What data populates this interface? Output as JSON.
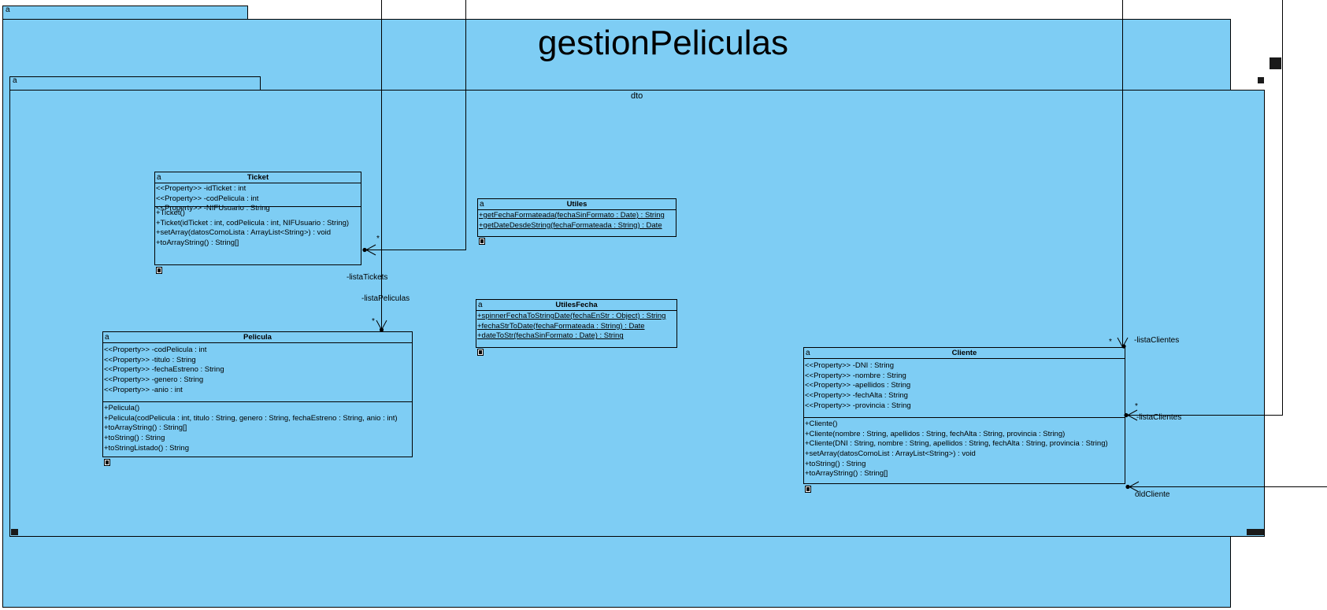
{
  "packages": {
    "outer": {
      "name": "gestionPeliculas",
      "tab_icon": "a"
    },
    "inner": {
      "name": "dto",
      "tab_icon": "a"
    }
  },
  "classes": {
    "ticket": {
      "name": "Ticket",
      "attributes": [
        "<<Property>> -idTicket : int",
        "<<Property>> -codPelicula : int",
        "<<Property>> -NIFUsuario : String"
      ],
      "operations": [
        "+Ticket()",
        "+Ticket(idTicket : int, codPelicula : int, NIFUsuario : String)",
        "+setArray(datosComoLista : ArrayList<String>) : void",
        "+toArrayString() : String[]"
      ]
    },
    "utiles": {
      "name": "Utiles",
      "operations": [
        "+getFechaFormateada(fechaSinFormato : Date) : String",
        "+getDateDesdeString(fechaFormateada : String) : Date"
      ]
    },
    "utilesFecha": {
      "name": "UtilesFecha",
      "operations": [
        "+spinnerFechaToStringDate(fechaEnStr : Object) : String",
        "+fechaStrToDate(fechaFormateada : String) : Date",
        "+dateToStr(fechaSinFormato : Date) : String"
      ]
    },
    "pelicula": {
      "name": "Pelicula",
      "attributes": [
        "<<Property>> -codPelicula : int",
        "<<Property>> -titulo : String",
        "<<Property>> -fechaEstreno : String",
        "<<Property>> -genero : String",
        "<<Property>> -anio : int"
      ],
      "operations": [
        "+Pelicula()",
        "+Pelicula(codPelicula : int, titulo : String, genero : String, fechaEstreno : String, anio : int)",
        "+toArrayString() : String[]",
        "+toString() : String",
        "+toStringListado() : String"
      ]
    },
    "cliente": {
      "name": "Cliente",
      "attributes": [
        "<<Property>> -DNI : String",
        "<<Property>> -nombre : String",
        "<<Property>> -apellidos : String",
        "<<Property>> -fechAlta : String",
        "<<Property>> -provincia : String"
      ],
      "operations": [
        "+Cliente()",
        "+Cliente(nombre : String, apellidos : String, fechAlta : String, provincia : String)",
        "+Cliente(DNI : String, nombre : String, apellidos : String, fechAlta : String, provincia : String)",
        "+setArray(datosComoList : ArrayList<String>) : void",
        "+toString() : String",
        "+toArrayString() : String[]"
      ]
    }
  },
  "associations": {
    "listaTickets": {
      "role": "-listaTickets",
      "multiplicity": "*"
    },
    "listaPeliculas": {
      "role": "-listaPeliculas",
      "multiplicity": "*"
    },
    "listaClientes1": {
      "role": "-listaClientes",
      "multiplicity": "*"
    },
    "listaClientes2": {
      "role": "-listaClientes",
      "multiplicity": "*"
    },
    "oldCliente": {
      "role": "oldCliente"
    }
  },
  "class_icon": "a",
  "colors": {
    "package_fill": "#7ecdf4",
    "line": "#000000",
    "background": "#ffffff"
  }
}
